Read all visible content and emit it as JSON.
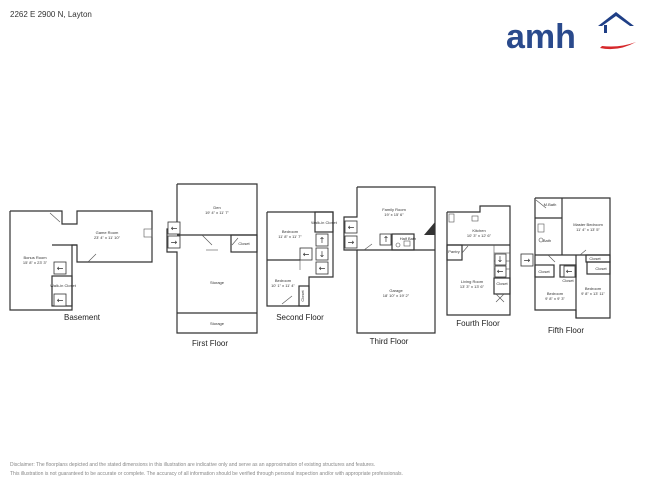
{
  "header": {
    "address": "2262 E 2900 N, Layton",
    "logo_text": "amh",
    "brand_colors": {
      "text": "#2a4a8c",
      "roof": "#1f3f86",
      "swoosh": "#d6282b"
    }
  },
  "floors": {
    "basement": {
      "label": "Basement",
      "rooms": {
        "bonus": {
          "name": "Bonus Room",
          "dims": "15' 8\" x 23' 3\""
        },
        "game": {
          "name": "Game Room",
          "dims": "23' 4\" x 11' 10\""
        },
        "walkin_closet": {
          "name": "Walk-in Closet"
        }
      }
    },
    "first": {
      "label": "First Floor",
      "rooms": {
        "den": {
          "name": "Den",
          "dims": "19' 4\" x 11' 7\""
        },
        "closet": {
          "name": "Closet"
        },
        "storage_main": {
          "name": "Storage"
        },
        "storage_lower": {
          "name": "Storage"
        }
      }
    },
    "second": {
      "label": "Second Floor",
      "rooms": {
        "bedroom_a": {
          "name": "Bedroom",
          "dims": "11' 8\" x 11' 7\""
        },
        "walkin_closet": {
          "name": "Walk-in Closet"
        },
        "bedroom_b": {
          "name": "Bedroom",
          "dims": "10' 1\" x 11' 4\""
        },
        "closet": {
          "name": "Closet"
        }
      }
    },
    "third": {
      "label": "Third Floor",
      "rooms": {
        "family": {
          "name": "Family Room",
          "dims": "19' x 15' 6\""
        },
        "half_bath": {
          "name": "Half Bath"
        },
        "garage": {
          "name": "Garage",
          "dims": "18' 10\" x 19' 2\""
        }
      }
    },
    "fourth": {
      "label": "Fourth Floor",
      "rooms": {
        "kitchen": {
          "name": "Kitchen",
          "dims": "10' 3\" x 12' 6\""
        },
        "pantry": {
          "name": "Pantry"
        },
        "living": {
          "name": "Living Room",
          "dims": "13' 3\" x 13' 6\""
        },
        "closet": {
          "name": "Closet"
        }
      }
    },
    "fifth": {
      "label": "Fifth Floor",
      "rooms": {
        "mbath": {
          "name": "M.Bath"
        },
        "master": {
          "name": "Master Bedroom",
          "dims": "11' 4\" x 13' 5\""
        },
        "bath": {
          "name": "Bath"
        },
        "closet_a": {
          "name": "Closet"
        },
        "closet_b": {
          "name": "Closet"
        },
        "closet_c": {
          "name": "Closet"
        },
        "closet_d": {
          "name": "Closet"
        },
        "bedroom_a": {
          "name": "Bedroom",
          "dims": "9' 8\" x 9' 3\""
        },
        "bedroom_b": {
          "name": "Bedroom",
          "dims": "9' 8\" x 13' 11\""
        }
      }
    }
  },
  "disclaimer": {
    "line1": "Disclaimer: The floorplans depicted and the stated dimensions in this illustration are indicative only and serve as an approximation of existing structures and features.",
    "line2": "This illustration is not guaranteed to be accurate or complete. The accuracy of all information should be verified through personal inspection and/or with appropriate professionals."
  }
}
